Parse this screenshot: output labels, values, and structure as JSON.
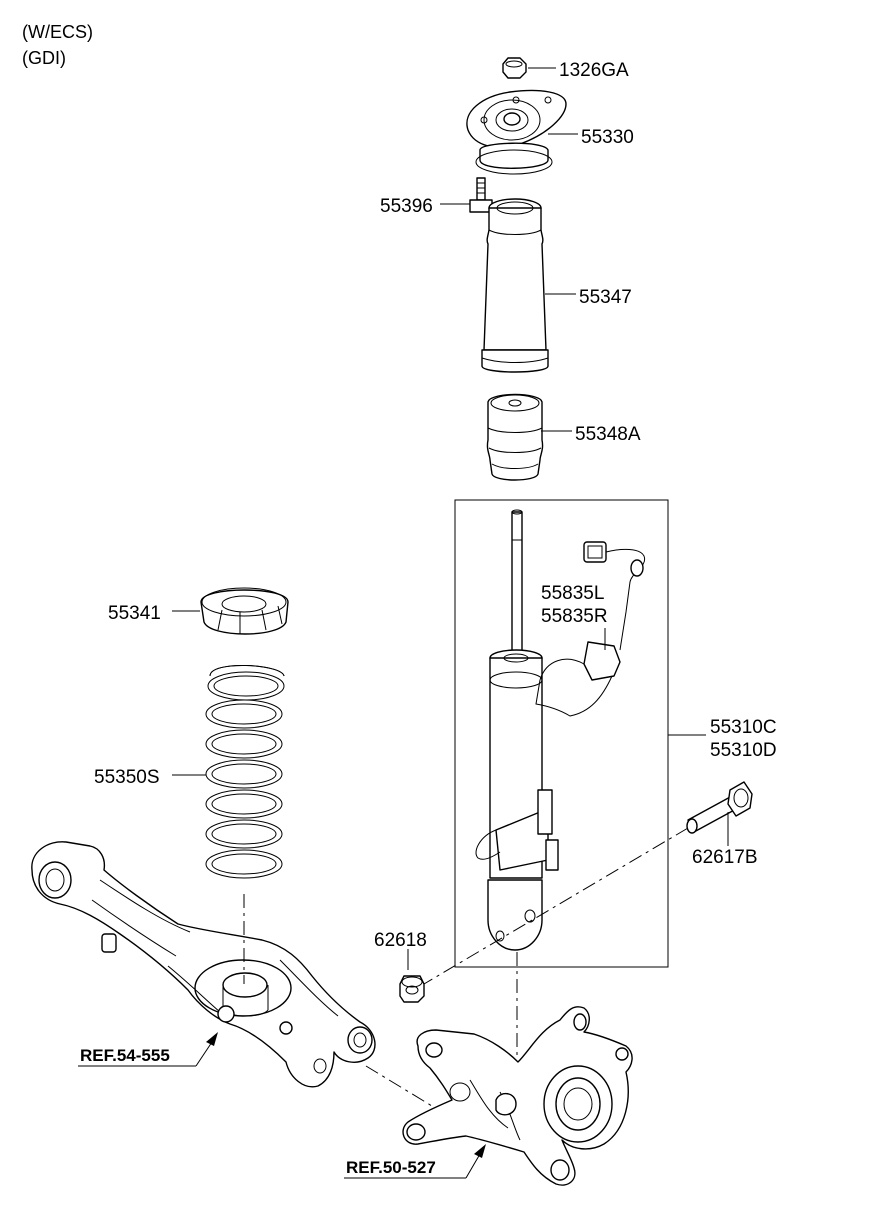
{
  "conditions": [
    "(W/ECS)",
    "(GDI)"
  ],
  "parts": {
    "p1326GA": "1326GA",
    "p55330": "55330",
    "p55396": "55396",
    "p55347": "55347",
    "p55348A": "55348A",
    "p55835L": "55835L",
    "p55835R": "55835R",
    "p55341": "55341",
    "p55350S": "55350S",
    "p55310C": "55310C",
    "p55310D": "55310D",
    "p62617B": "62617B",
    "p62618": "62618"
  },
  "references": {
    "ref1": "REF.54-555",
    "ref2": "REF.50-527"
  }
}
